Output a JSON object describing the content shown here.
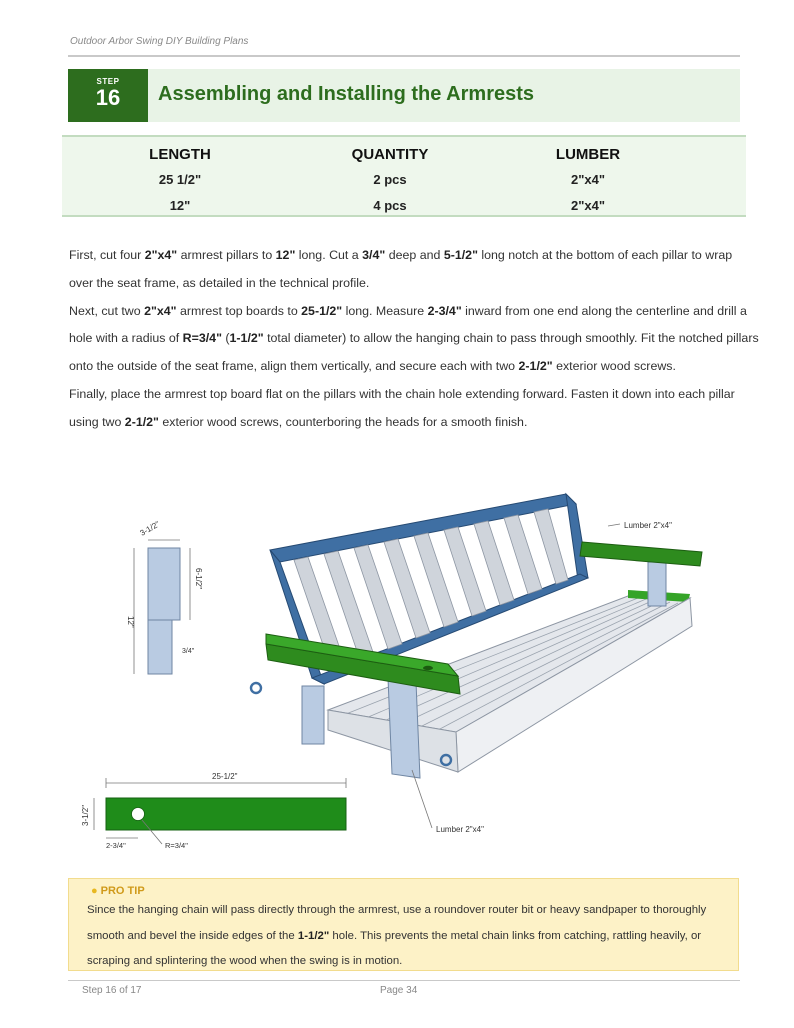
{
  "document": {
    "header": "Outdoor Arbor Swing DIY Building Plans"
  },
  "step": {
    "label": "STEP",
    "number": "16",
    "title": "Assembling and Installing the Armrests"
  },
  "cut_list": {
    "headers": [
      "LENGTH",
      "QUANTITY",
      "LUMBER"
    ],
    "rows": [
      [
        "25 1/2\"",
        "2 pcs",
        "2\"x4\""
      ],
      [
        "12\"",
        "4 pcs",
        "2\"x4\""
      ]
    ]
  },
  "instructions": {
    "p1": [
      {
        "t": "First, cut four "
      },
      {
        "t": "2\"x4\"",
        "b": true
      },
      {
        "t": " armrest pillars to "
      },
      {
        "t": "12\"",
        "b": true
      },
      {
        "t": " long. Cut a "
      },
      {
        "t": "3/4\"",
        "b": true
      },
      {
        "t": " deep and "
      },
      {
        "t": "5-1/2\"",
        "b": true
      },
      {
        "t": " long notch at the bottom of each pillar to wrap over the seat frame, as detailed in the technical profile."
      }
    ],
    "p2": [
      {
        "t": "Next, cut two "
      },
      {
        "t": "2\"x4\"",
        "b": true
      },
      {
        "t": " armrest top boards to "
      },
      {
        "t": "25-1/2\"",
        "b": true
      },
      {
        "t": " long. Measure "
      },
      {
        "t": "2-3/4\"",
        "b": true
      },
      {
        "t": " inward from one end along the centerline and drill a hole with a radius of "
      },
      {
        "t": "R=3/4\"",
        "b": true
      },
      {
        "t": " ("
      },
      {
        "t": "1-1/2\"",
        "b": true
      },
      {
        "t": " total diameter) to allow the hanging chain to pass through smoothly. Fit the notched pillars onto the outside of the seat frame, align them vertically, and secure each with two "
      },
      {
        "t": "2-1/2\"",
        "b": true
      },
      {
        "t": " exterior wood screws."
      }
    ],
    "p3": [
      {
        "t": "Finally, place the armrest top board flat on the pillars with the chain hole extending forward. Fasten it down into each pillar using two "
      },
      {
        "t": "2-1/2\"",
        "b": true
      },
      {
        "t": " exterior wood screws, counterboring the heads for a smooth finish."
      }
    ]
  },
  "figure": {
    "pillar": {
      "width": "3-1/2\"",
      "notch_length": "6-1/2\"",
      "length": "12\"",
      "notch_depth": "3/4\""
    },
    "board": {
      "length": "25-1/2\"",
      "width": "3-1/2\"",
      "hole_offset": "2-3/4\"",
      "hole_radius": "R=3/4\""
    },
    "callout_top": "Lumber 2\"x4\"",
    "callout_bottom": "Lumber 2\"x4\"",
    "colors": {
      "frame": "#3f6fa3",
      "armrest": "#2e8b1e",
      "seat": "#d9dde3",
      "pillar": "#b9cbe2"
    }
  },
  "tip": {
    "title": "PRO TIP",
    "text": [
      {
        "t": "Since the hanging chain will pass directly through the armrest, use a roundover router bit or heavy sandpaper to thoroughly smooth and bevel the inside edges of the "
      },
      {
        "t": "1-1/2\"",
        "b": true
      },
      {
        "t": " hole. This prevents the metal chain links from catching, rattling heavily, or scraping and splintering the wood when the swing is in motion."
      }
    ]
  },
  "footer": {
    "left": "Step 16 of 17",
    "center": "Page 34"
  }
}
